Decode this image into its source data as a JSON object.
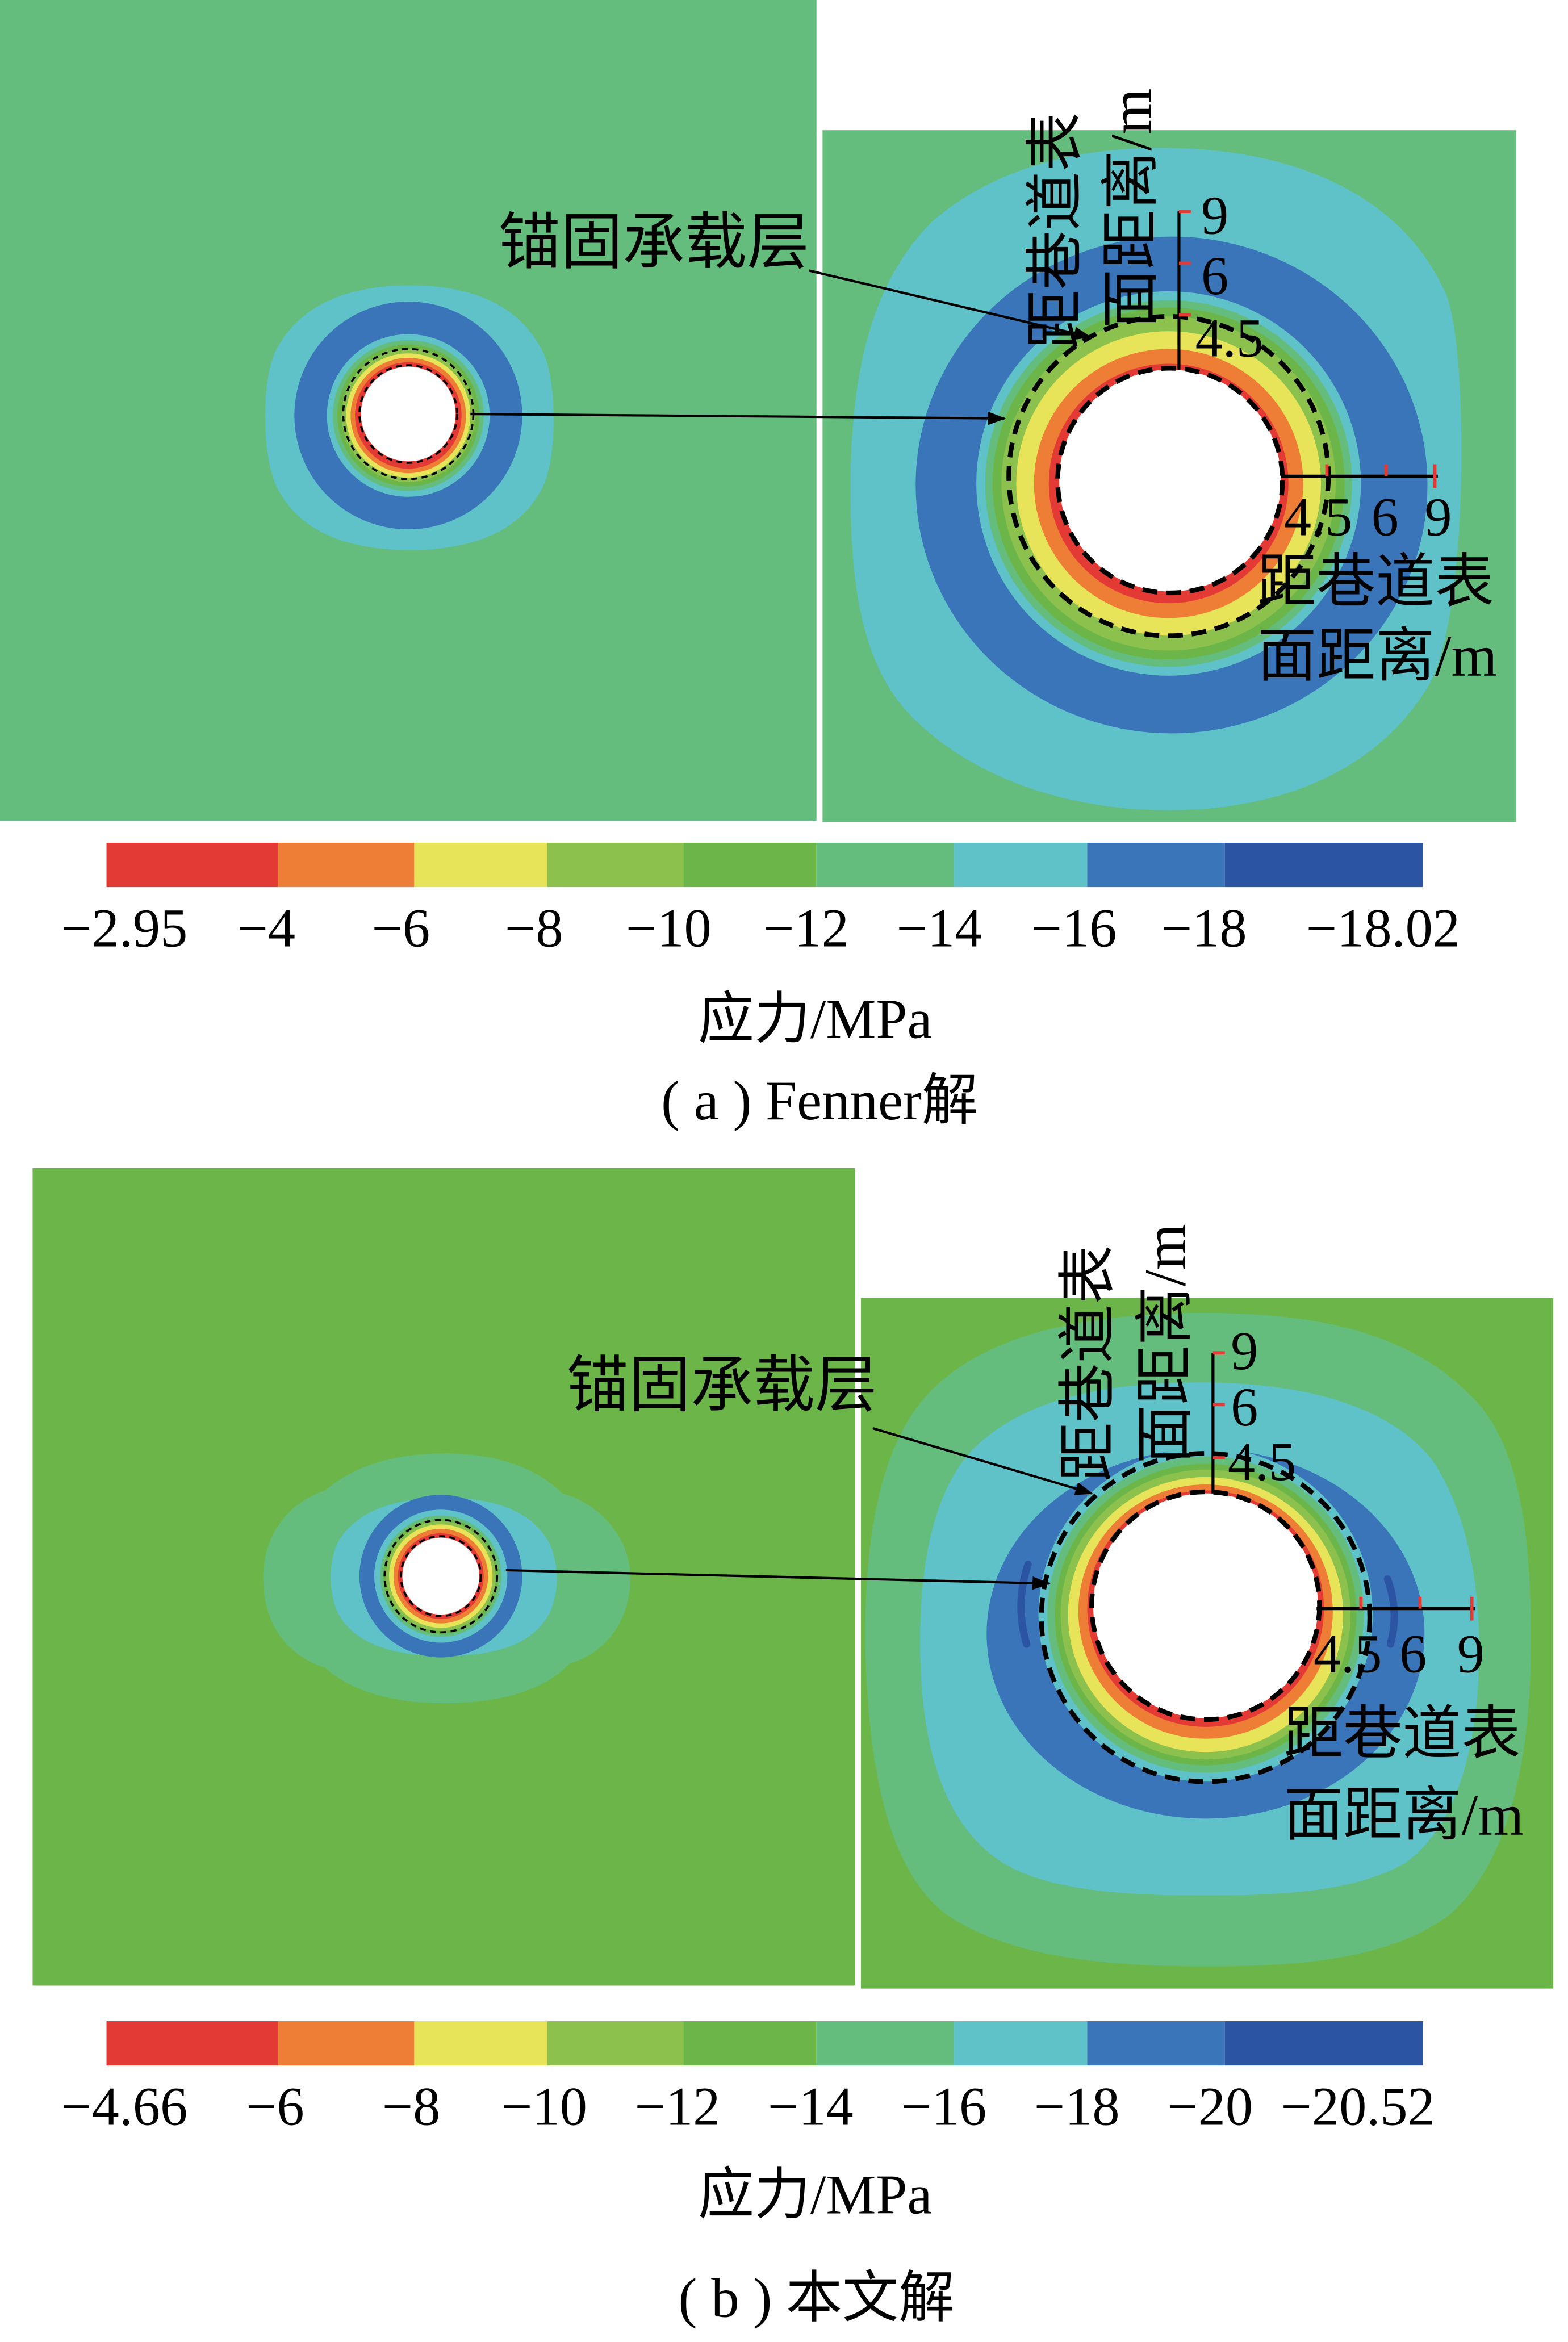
{
  "chart_data": [
    {
      "type": "heatmap",
      "caption": "( a ) Fenner解",
      "colorbar": {
        "label": "应力/MPa",
        "tick_labels": [
          "−2.95",
          "−4",
          "−6",
          "−8",
          "−10",
          "−12",
          "−14",
          "−16",
          "−18",
          "−18.02"
        ],
        "colors": [
          "#e43a36",
          "#ee7e36",
          "#e8e45a",
          "#8cc14e",
          "#6cb649",
          "#64bd7d",
          "#5ec2c8",
          "#3a75b9",
          "#2b55a3"
        ]
      },
      "annotations": {
        "layer_label": "锚固承载层",
        "distance_label_line1": "距巷道表",
        "distance_label_line2": "面距离/m",
        "distance_ticks": [
          "4.5",
          "6",
          "9"
        ]
      }
    },
    {
      "type": "heatmap",
      "caption": "( b ) 本文解",
      "colorbar": {
        "label": "应力/MPa",
        "tick_labels": [
          "−4.66",
          "−6",
          "−8",
          "−10",
          "−12",
          "−14",
          "−16",
          "−18",
          "−20",
          "−20.52"
        ],
        "colors": [
          "#e43a36",
          "#ee7e36",
          "#e8e45a",
          "#8cc14e",
          "#6cb649",
          "#64bd7d",
          "#5ec2c8",
          "#3a75b9",
          "#2b55a3"
        ]
      },
      "annotations": {
        "layer_label": "锚固承载层",
        "distance_label_line1": "距巷道表",
        "distance_label_line2": "面距离/m",
        "distance_ticks": [
          "4.5",
          "6",
          "9"
        ]
      }
    }
  ]
}
